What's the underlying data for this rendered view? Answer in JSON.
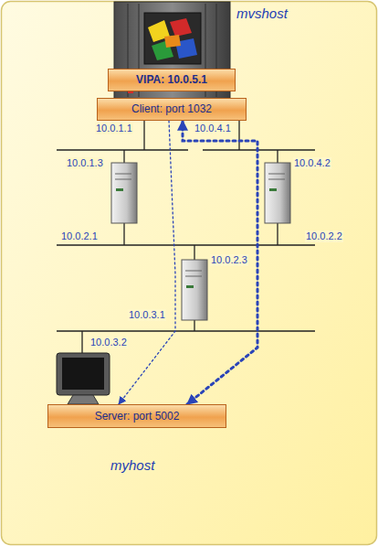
{
  "diagram": {
    "nodes": [
      {
        "text": [
          "VIPA: 10.0.5.1"
        ]
      },
      {
        "text": [
          "Client: port 1032"
        ]
      },
      {
        "text": [
          "Server: port 5002"
        ]
      }
    ],
    "edges": [
      {
        "from": 1,
        "to": 2,
        "arrow": "to"
      },
      {
        "from": 1,
        "to": 2,
        "arrow": "both"
      }
    ],
    "labels": [
      "mvshost",
      "10.0.1.1",
      "10.0.4.1",
      "10.0.1.3",
      "10.0.4.2",
      "10.0.2.1",
      "10.0.2.2",
      "10.0.2.3",
      "10.0.3.1",
      "10.0.3.2",
      "myhost"
    ]
  }
}
